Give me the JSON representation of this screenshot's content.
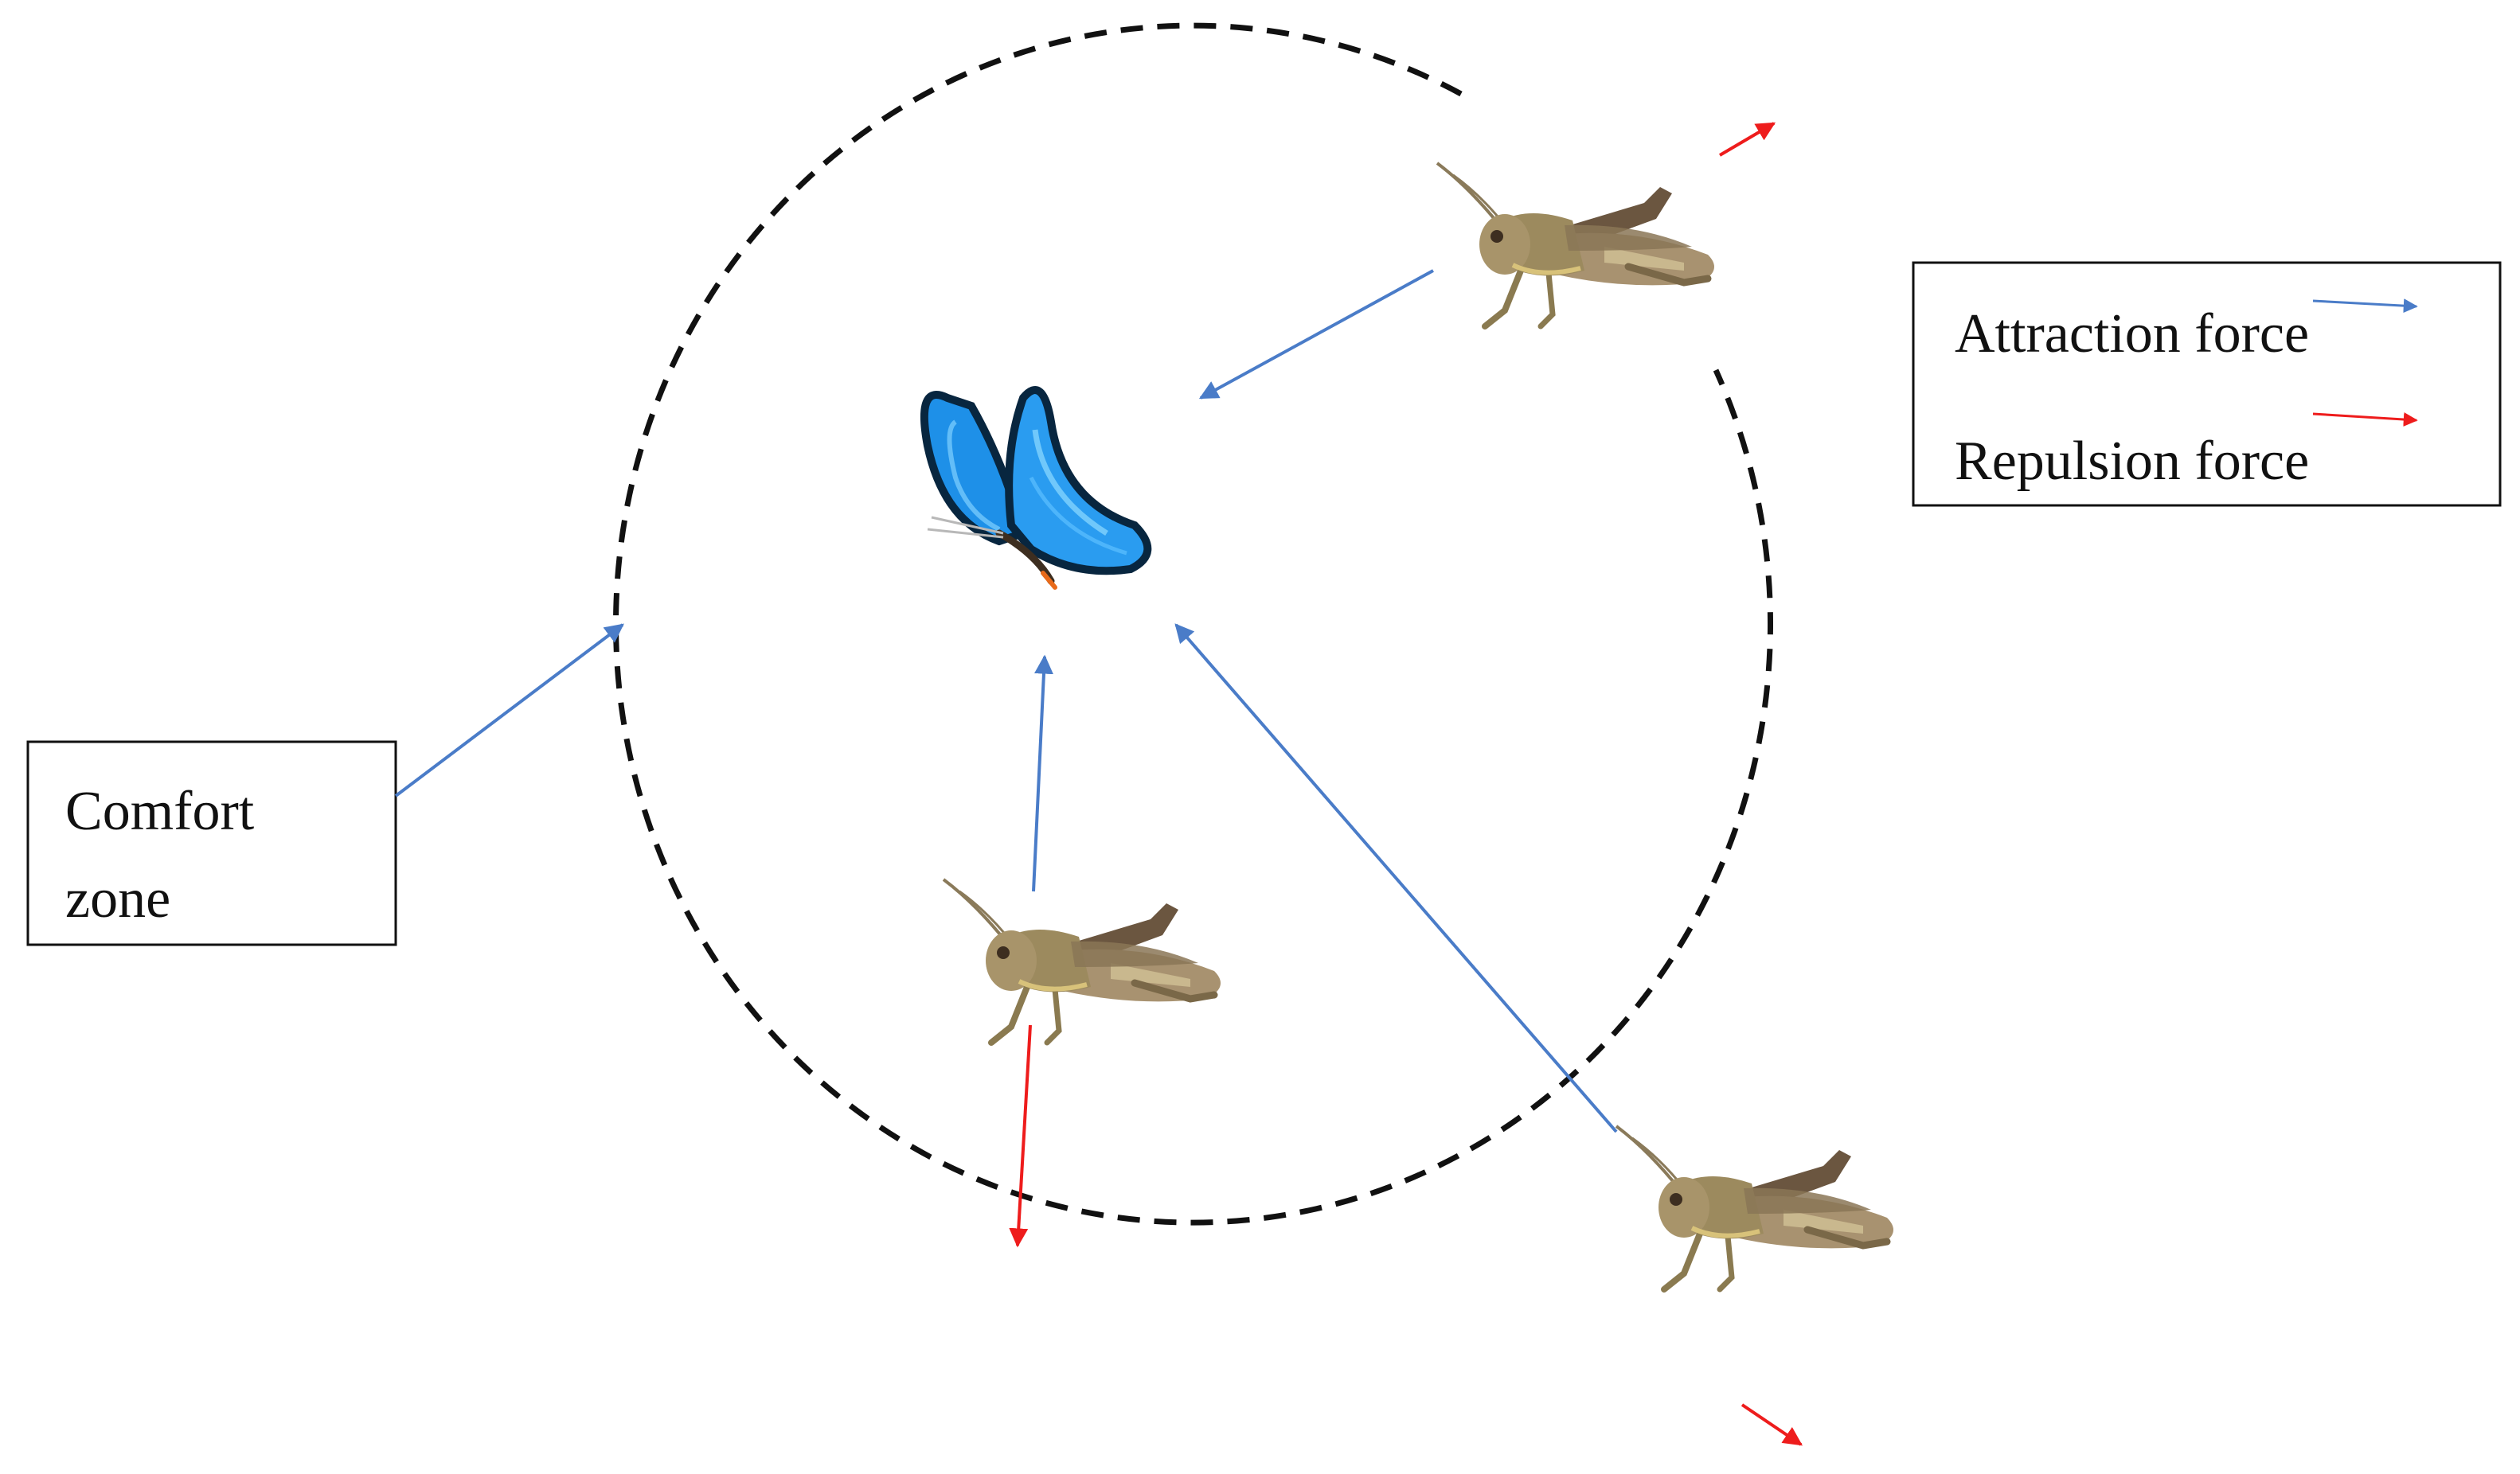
{
  "colors": {
    "attraction": "#4a7cc8",
    "repulsion": "#ee1c1c",
    "zone_outline": "#111111",
    "box_border": "#111111",
    "butterfly_wing": "#1e90e8",
    "butterfly_wing_light": "#7fd0ff",
    "butterfly_edge": "#08263f",
    "grasshopper_body": "#a08a62",
    "grasshopper_dark": "#6b5640",
    "grasshopper_light": "#c9b88e"
  },
  "comfort_zone": {
    "label_line1": "Comfort",
    "label_line2": "zone"
  },
  "legend": {
    "attraction_label": "Attraction force",
    "repulsion_label": "Repulsion force"
  },
  "icons": {
    "target": "butterfly-icon",
    "agent": "grasshopper-icon"
  }
}
